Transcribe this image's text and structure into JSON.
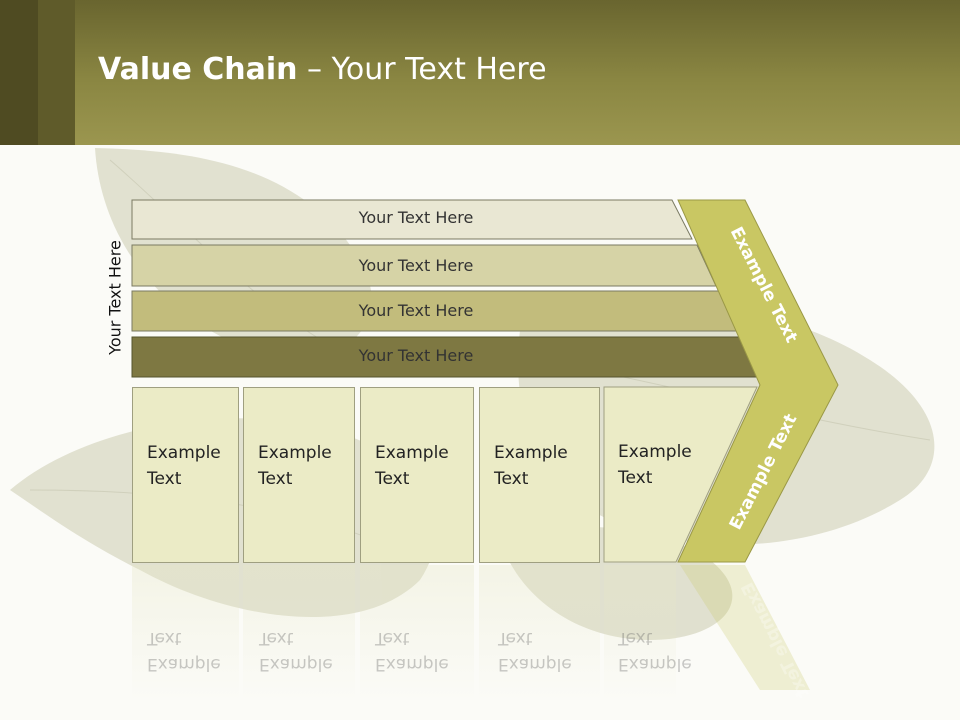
{
  "title": {
    "bold": "Value Chain",
    "rest": " – Your Text Here"
  },
  "side_label": "Your Text Here",
  "bars": [
    {
      "label": "Your Text Here",
      "color": "#e9e7d3"
    },
    {
      "label": "Your Text Here",
      "color": "#d6d3a6"
    },
    {
      "label": "Your Text Here",
      "color": "#c2bc7c"
    },
    {
      "label": "Your Text Here",
      "color": "#7e7842"
    }
  ],
  "boxes": [
    {
      "line1": "Example",
      "line2": "Text"
    },
    {
      "line1": "Example",
      "line2": "Text"
    },
    {
      "line1": "Example",
      "line2": "Text"
    },
    {
      "line1": "Example",
      "line2": "Text"
    },
    {
      "line1": "Example",
      "line2": "Text"
    }
  ],
  "chevron": {
    "upper_text": "Example Text",
    "lower_text": "Example Text",
    "color": "#c9c763"
  },
  "colors": {
    "header": "#8a8642",
    "box_fill": "#ebebc6",
    "leaf": "#d9d9c6"
  }
}
